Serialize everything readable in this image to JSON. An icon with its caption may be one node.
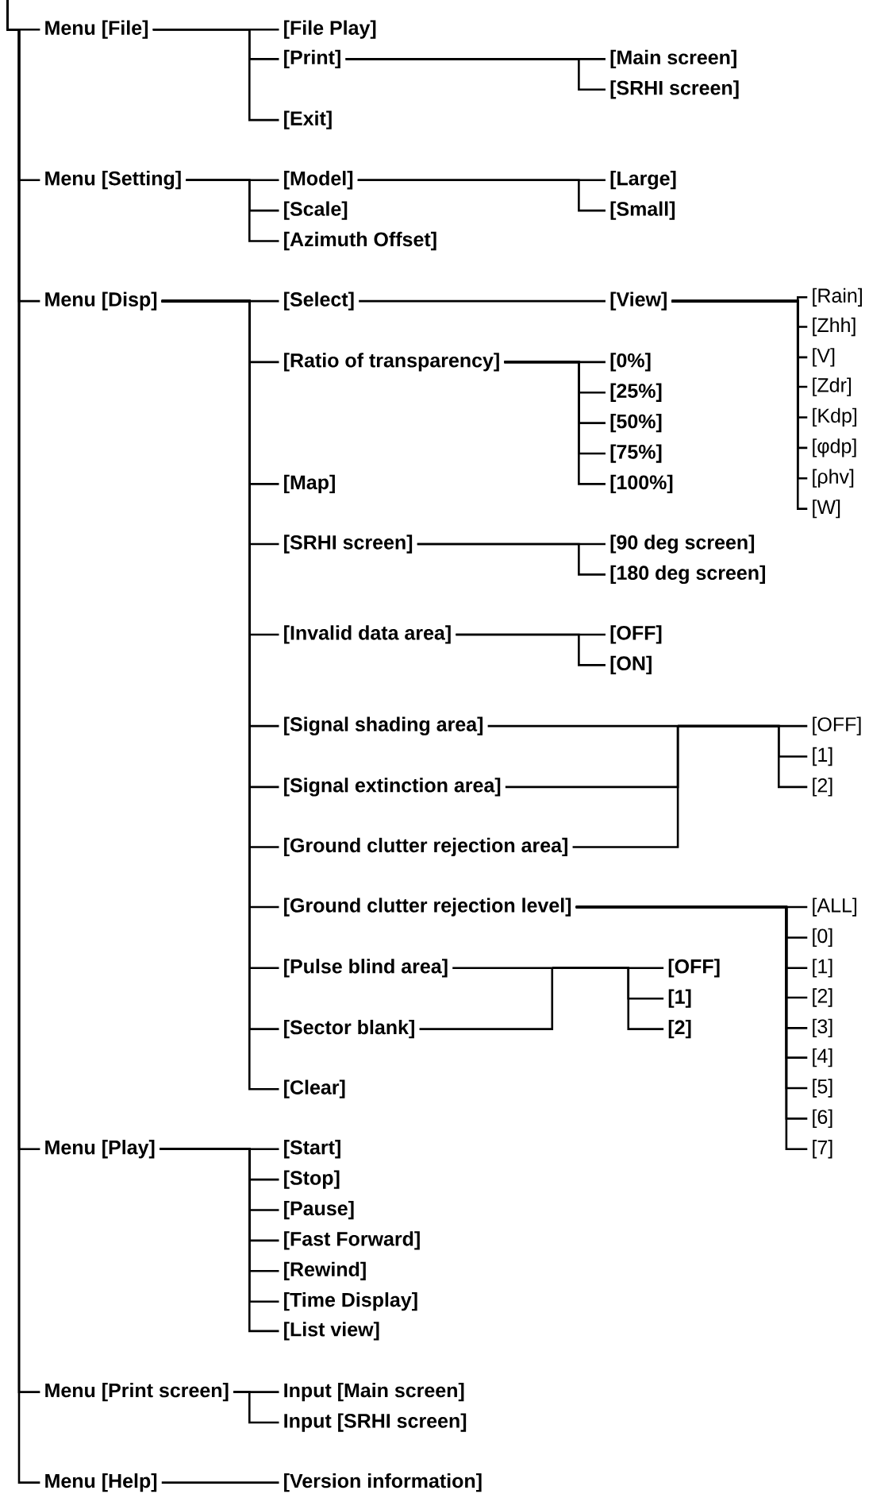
{
  "diagram": {
    "nodes": [
      {
        "text": [
          "Menu [File]"
        ]
      },
      {
        "text": [
          "[File Play]"
        ]
      },
      {
        "text": [
          "[Print]"
        ]
      },
      {
        "text": [
          "[Main screen]"
        ]
      },
      {
        "text": [
          "[SRHI screen]"
        ]
      },
      {
        "text": [
          "[Exit]"
        ]
      },
      {
        "text": [
          "Menu [Setting]"
        ]
      },
      {
        "text": [
          "[Model]"
        ]
      },
      {
        "text": [
          "[Large]"
        ]
      },
      {
        "text": [
          "[Small]"
        ]
      },
      {
        "text": [
          "[Scale]"
        ]
      },
      {
        "text": [
          "[Azimuth Offset]"
        ]
      },
      {
        "text": [
          "Menu [Disp]"
        ]
      },
      {
        "text": [
          "[Select]"
        ]
      },
      {
        "text": [
          "[View]"
        ]
      },
      {
        "text": [
          "[Rain]"
        ]
      },
      {
        "text": [
          "[Zhh]"
        ]
      },
      {
        "text": [
          "[V]"
        ]
      },
      {
        "text": [
          "[Zdr]"
        ]
      },
      {
        "text": [
          "[Kdp]"
        ]
      },
      {
        "text": [
          "[φdp]"
        ]
      },
      {
        "text": [
          "[ρhv]"
        ]
      },
      {
        "text": [
          "[W]"
        ]
      },
      {
        "text": [
          "[Ratio of transparency]"
        ]
      },
      {
        "text": [
          "[0%]"
        ]
      },
      {
        "text": [
          "[25%]"
        ]
      },
      {
        "text": [
          "[50%]"
        ]
      },
      {
        "text": [
          "[75%]"
        ]
      },
      {
        "text": [
          "[100%]"
        ]
      },
      {
        "text": [
          "[Map]"
        ]
      },
      {
        "text": [
          "[SRHI screen]"
        ]
      },
      {
        "text": [
          "[90 deg screen]"
        ]
      },
      {
        "text": [
          "[180 deg screen]"
        ]
      },
      {
        "text": [
          "[Invalid data area]"
        ]
      },
      {
        "text": [
          "[OFF]"
        ]
      },
      {
        "text": [
          "[ON]"
        ]
      },
      {
        "text": [
          "[Signal shading area]"
        ]
      },
      {
        "text": [
          "[Signal extinction area]"
        ]
      },
      {
        "text": [
          "[Ground clutter rejection area]"
        ]
      },
      {
        "text": [
          "[OFF]"
        ]
      },
      {
        "text": [
          "[1]"
        ]
      },
      {
        "text": [
          "[2]"
        ]
      },
      {
        "text": [
          "[Ground clutter rejection level]"
        ]
      },
      {
        "text": [
          "[ALL]"
        ]
      },
      {
        "text": [
          "[0]"
        ]
      },
      {
        "text": [
          "[1]"
        ]
      },
      {
        "text": [
          "[2]"
        ]
      },
      {
        "text": [
          "[3]"
        ]
      },
      {
        "text": [
          "[4]"
        ]
      },
      {
        "text": [
          "[5]"
        ]
      },
      {
        "text": [
          "[6]"
        ]
      },
      {
        "text": [
          "[7]"
        ]
      },
      {
        "text": [
          "[Pulse blind area]"
        ]
      },
      {
        "text": [
          "[Sector blank]"
        ]
      },
      {
        "text": [
          "[OFF]"
        ]
      },
      {
        "text": [
          "[1]"
        ]
      },
      {
        "text": [
          "[2]"
        ]
      },
      {
        "text": [
          "[Clear]"
        ]
      },
      {
        "text": [
          "Menu [Play]"
        ]
      },
      {
        "text": [
          "[Start]"
        ]
      },
      {
        "text": [
          "[Stop]"
        ]
      },
      {
        "text": [
          "[Pause]"
        ]
      },
      {
        "text": [
          "[Fast Forward]"
        ]
      },
      {
        "text": [
          "[Rewind]"
        ]
      },
      {
        "text": [
          "[Time Display]"
        ]
      },
      {
        "text": [
          "[List view]"
        ]
      },
      {
        "text": [
          "Menu [Print screen]"
        ]
      },
      {
        "text": [
          "Input [Main screen]"
        ]
      },
      {
        "text": [
          "Input [SRHI screen]"
        ]
      },
      {
        "text": [
          "Menu [Help]"
        ]
      },
      {
        "text": [
          "[Version information]"
        ]
      }
    ],
    "edges": [
      {
        "from": null,
        "to": 0,
        "arrow": "none"
      },
      {
        "from": null,
        "to": 6,
        "arrow": "none"
      },
      {
        "from": null,
        "to": 12,
        "arrow": "none"
      },
      {
        "from": null,
        "to": 58,
        "arrow": "none"
      },
      {
        "from": null,
        "to": 66,
        "arrow": "none"
      },
      {
        "from": null,
        "to": 69,
        "arrow": "none"
      },
      {
        "from": 0,
        "to": 1,
        "arrow": "none"
      },
      {
        "from": 0,
        "to": 2,
        "arrow": "none"
      },
      {
        "from": 0,
        "to": 5,
        "arrow": "none"
      },
      {
        "from": 2,
        "to": 3,
        "arrow": "none"
      },
      {
        "from": 2,
        "to": 4,
        "arrow": "none"
      },
      {
        "from": 6,
        "to": 7,
        "arrow": "none"
      },
      {
        "from": 6,
        "to": 10,
        "arrow": "none"
      },
      {
        "from": 6,
        "to": 11,
        "arrow": "none"
      },
      {
        "from": 7,
        "to": 8,
        "arrow": "none"
      },
      {
        "from": 7,
        "to": 9,
        "arrow": "none"
      },
      {
        "from": 12,
        "to": 13,
        "arrow": "none"
      },
      {
        "from": 12,
        "to": 23,
        "arrow": "none"
      },
      {
        "from": 12,
        "to": 29,
        "arrow": "none"
      },
      {
        "from": 12,
        "to": 30,
        "arrow": "none"
      },
      {
        "from": 12,
        "to": 33,
        "arrow": "none"
      },
      {
        "from": 12,
        "to": 36,
        "arrow": "none"
      },
      {
        "from": 12,
        "to": 37,
        "arrow": "none"
      },
      {
        "from": 12,
        "to": 38,
        "arrow": "none"
      },
      {
        "from": 12,
        "to": 42,
        "arrow": "none"
      },
      {
        "from": 12,
        "to": 52,
        "arrow": "none"
      },
      {
        "from": 12,
        "to": 53,
        "arrow": "none"
      },
      {
        "from": 12,
        "to": 57,
        "arrow": "none"
      },
      {
        "from": 13,
        "to": 14,
        "arrow": "none"
      },
      {
        "from": 14,
        "to": 15,
        "arrow": "none"
      },
      {
        "from": 14,
        "to": 16,
        "arrow": "none"
      },
      {
        "from": 14,
        "to": 17,
        "arrow": "none"
      },
      {
        "from": 14,
        "to": 18,
        "arrow": "none"
      },
      {
        "from": 14,
        "to": 19,
        "arrow": "none"
      },
      {
        "from": 14,
        "to": 20,
        "arrow": "none"
      },
      {
        "from": 14,
        "to": 21,
        "arrow": "none"
      },
      {
        "from": 14,
        "to": 22,
        "arrow": "none"
      },
      {
        "from": 23,
        "to": 24,
        "arrow": "none"
      },
      {
        "from": 23,
        "to": 25,
        "arrow": "none"
      },
      {
        "from": 23,
        "to": 26,
        "arrow": "none"
      },
      {
        "from": 23,
        "to": 27,
        "arrow": "none"
      },
      {
        "from": 23,
        "to": 28,
        "arrow": "none"
      },
      {
        "from": 30,
        "to": 31,
        "arrow": "none"
      },
      {
        "from": 30,
        "to": 32,
        "arrow": "none"
      },
      {
        "from": 33,
        "to": 34,
        "arrow": "none"
      },
      {
        "from": 33,
        "to": 35,
        "arrow": "none"
      },
      {
        "from": 36,
        "to": 39,
        "arrow": "none"
      },
      {
        "from": 36,
        "to": 40,
        "arrow": "none"
      },
      {
        "from": 36,
        "to": 41,
        "arrow": "none"
      },
      {
        "from": 37,
        "to": 39,
        "arrow": "none"
      },
      {
        "from": 37,
        "to": 40,
        "arrow": "none"
      },
      {
        "from": 37,
        "to": 41,
        "arrow": "none"
      },
      {
        "from": 38,
        "to": 39,
        "arrow": "none"
      },
      {
        "from": 38,
        "to": 40,
        "arrow": "none"
      },
      {
        "from": 38,
        "to": 41,
        "arrow": "none"
      },
      {
        "from": 42,
        "to": 43,
        "arrow": "none"
      },
      {
        "from": 42,
        "to": 44,
        "arrow": "none"
      },
      {
        "from": 42,
        "to": 45,
        "arrow": "none"
      },
      {
        "from": 42,
        "to": 46,
        "arrow": "none"
      },
      {
        "from": 42,
        "to": 47,
        "arrow": "none"
      },
      {
        "from": 42,
        "to": 48,
        "arrow": "none"
      },
      {
        "from": 42,
        "to": 49,
        "arrow": "none"
      },
      {
        "from": 42,
        "to": 50,
        "arrow": "none"
      },
      {
        "from": 42,
        "to": 51,
        "arrow": "none"
      },
      {
        "from": 52,
        "to": 54,
        "arrow": "none"
      },
      {
        "from": 52,
        "to": 55,
        "arrow": "none"
      },
      {
        "from": 52,
        "to": 56,
        "arrow": "none"
      },
      {
        "from": 53,
        "to": 54,
        "arrow": "none"
      },
      {
        "from": 53,
        "to": 55,
        "arrow": "none"
      },
      {
        "from": 53,
        "to": 56,
        "arrow": "none"
      },
      {
        "from": 58,
        "to": 59,
        "arrow": "none"
      },
      {
        "from": 58,
        "to": 60,
        "arrow": "none"
      },
      {
        "from": 58,
        "to": 61,
        "arrow": "none"
      },
      {
        "from": 58,
        "to": 62,
        "arrow": "none"
      },
      {
        "from": 58,
        "to": 63,
        "arrow": "none"
      },
      {
        "from": 58,
        "to": 64,
        "arrow": "none"
      },
      {
        "from": 58,
        "to": 65,
        "arrow": "none"
      },
      {
        "from": 66,
        "to": 67,
        "arrow": "none"
      },
      {
        "from": 66,
        "to": 68,
        "arrow": "none"
      },
      {
        "from": 69,
        "to": 70,
        "arrow": "none"
      }
    ]
  }
}
